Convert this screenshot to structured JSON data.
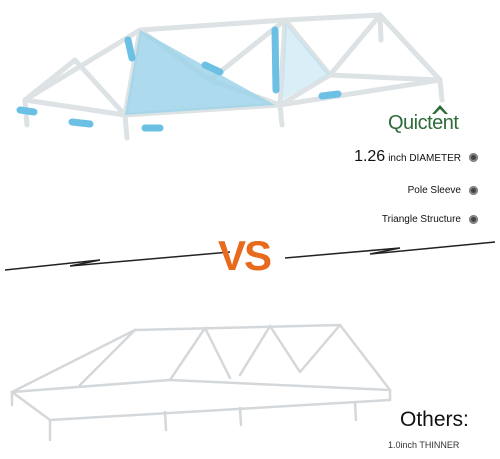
{
  "brand": {
    "name": "Quictent",
    "roof_color": "#2f6b3a"
  },
  "features": [
    {
      "main": "1.26",
      "suffix": "inch DIAMETER"
    },
    {
      "label": "Pole Sleeve"
    },
    {
      "label": "Triangle Structure"
    }
  ],
  "comparison": {
    "vs_label": "VS",
    "vs_color": "#e86a1c",
    "others_label": "Others:",
    "others_note": "1.0inch THINNER"
  },
  "colors": {
    "frame": "#e2e6e8",
    "panel": "#9fd4ea",
    "sleeve": "#6cc0e4"
  }
}
